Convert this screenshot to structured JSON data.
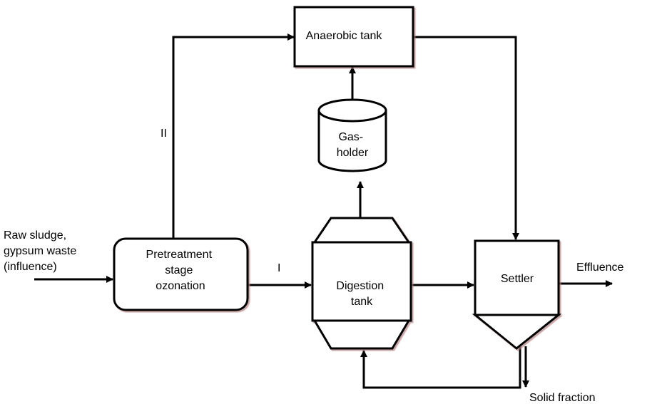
{
  "diagram": {
    "inputs": {
      "line1": "Raw sludge,",
      "line2": "gypsum waste",
      "line3": "(influence)"
    },
    "pretreatment": {
      "line1": "Pretreatment",
      "line2": "stage",
      "line3": "ozonation"
    },
    "anaerobic_tank": "Anaerobic tank",
    "gasholder": {
      "line1": "Gas-",
      "line2": "holder"
    },
    "digestion_tank": {
      "line1": "Digestion",
      "line2": "tank"
    },
    "settler": "Settler",
    "effluence": "Effluence",
    "solid_fraction": "Solid fraction",
    "route_1": "I",
    "route_2": "II"
  }
}
